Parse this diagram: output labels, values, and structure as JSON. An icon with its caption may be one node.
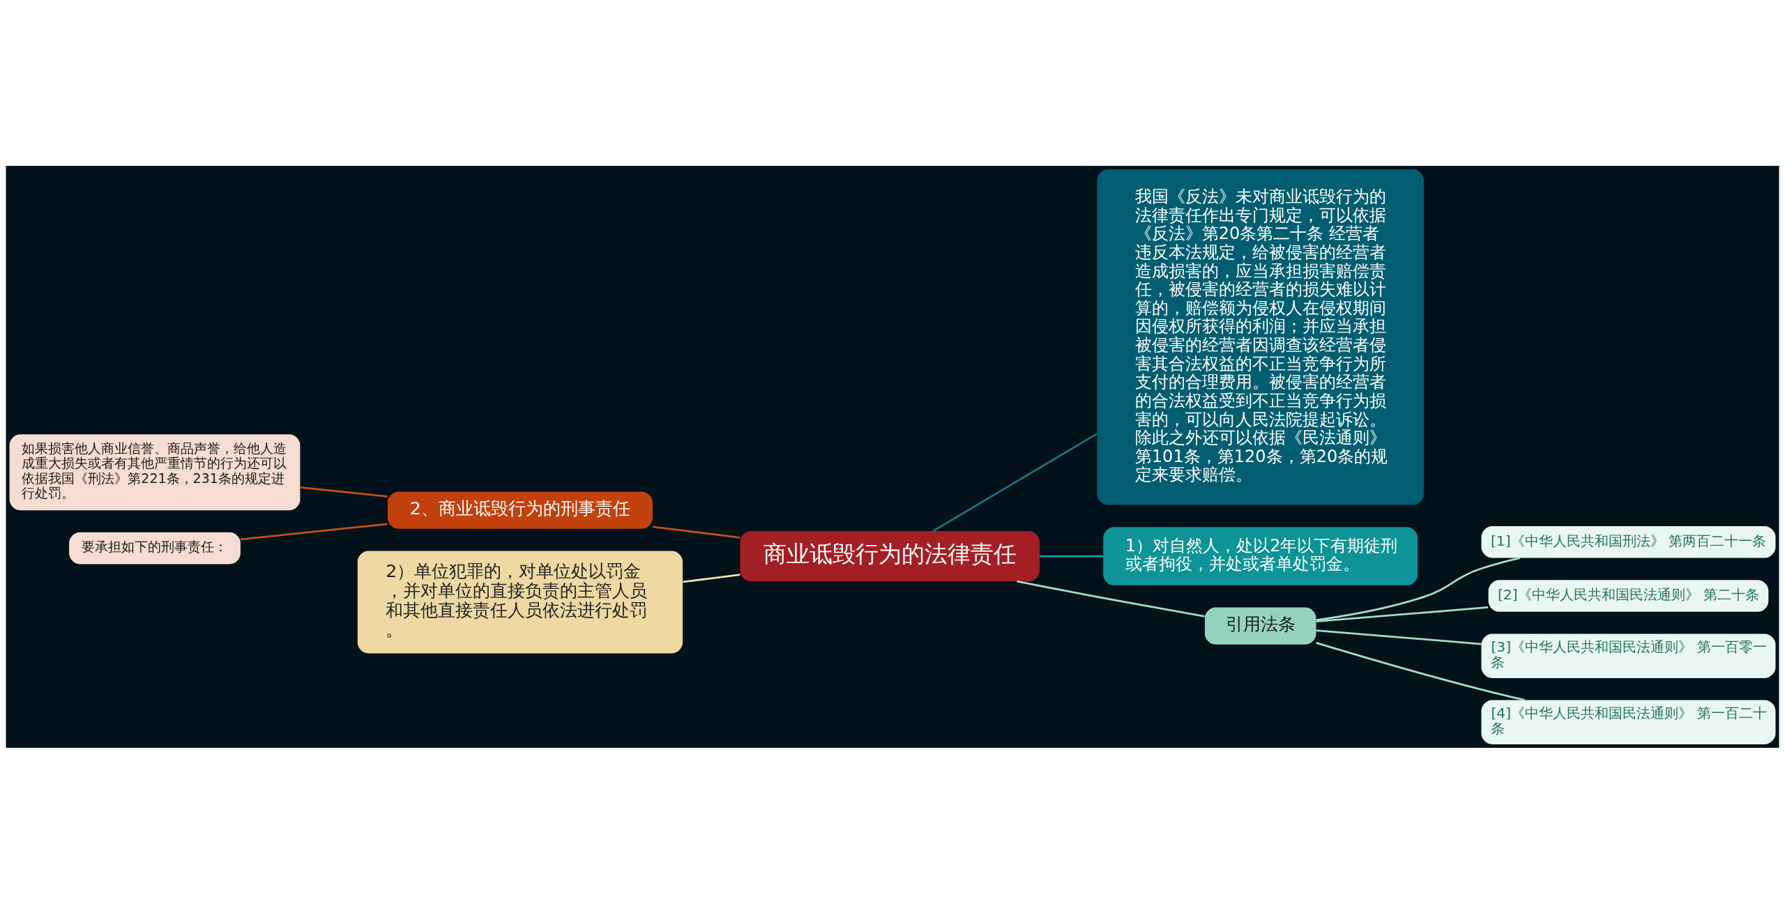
{
  "diagram": {
    "nodes": [
      {
        "text": [
          "商业诋毁行为的法律责任"
        ]
      },
      {
        "text": [
          "2、商业诋毁行为的刑事责任"
        ]
      },
      {
        "text": [
          "如果损害他人商业信誉、商品声誉，给他人造成重大损失或者有其他严重情节的行为还可以依据我国《刑法》第221条，231条的规定进行处罚。"
        ]
      },
      {
        "text": [
          "要承担如下的刑事责任："
        ]
      },
      {
        "text": [
          "2）单位犯罪的，对单位处以罚金，并对单位的直接负责的主管人员和其他直接责任人员依法进行处罚。"
        ]
      },
      {
        "text": [
          "我国《反法》未对商业诋毁行为的法律责任作出专门规定，可以依据《反法》第20条第二十条 经营者违反本法规定，给被侵害的经营者造成损害的，应当承担损害赔偿责任，被侵害的经营者的损失难以计算的，赔偿额为侵权人在侵权期间因侵权所获得的利润；并应当承担被侵害的经营者因调查该经营者侵害其合法权益的不正当竞争行为所支付的合理费用。被侵害的经营者的合法权益受到不正当竞争行为损害的，可以向人民法院提起诉讼。除此之外还可以依据《民法通则》第101条，第120条，第20条的规定来要求赔偿。"
        ]
      },
      {
        "text": [
          "1）对自然人，处以2年以下有期徒刑或者拘役，并处或者单处罚金。"
        ]
      },
      {
        "text": [
          "引用法条"
        ]
      },
      {
        "text": [
          "[1]《中华人民共和国刑法》 第两百二十一条"
        ]
      },
      {
        "text": [
          "[2]《中华人民共和国民法通则》 第二十条"
        ]
      },
      {
        "text": [
          "[3]《中华人民共和国民法通则》 第一百零一条"
        ]
      },
      {
        "text": [
          "[4]《中华人民共和国民法通则》 第一百二十条"
        ]
      }
    ],
    "edges": [
      {
        "from": 0,
        "to": 1,
        "arrow": "none",
        "color": "#c4501c"
      },
      {
        "from": 1,
        "to": 2,
        "arrow": "none",
        "color": "#c4501c"
      },
      {
        "from": 1,
        "to": 3,
        "arrow": "none",
        "color": "#c4501c"
      },
      {
        "from": 0,
        "to": 4,
        "arrow": "none",
        "color": "#f2e2ae"
      },
      {
        "from": 0,
        "to": 5,
        "arrow": "none",
        "color": "#1f6f80"
      },
      {
        "from": 0,
        "to": 6,
        "arrow": "none",
        "color": "#17a0a2"
      },
      {
        "from": 0,
        "to": 7,
        "arrow": "none"
      },
      {
        "from": 7,
        "to": 8,
        "arrow": "none"
      },
      {
        "from": 7,
        "to": 9,
        "arrow": "none"
      },
      {
        "from": 7,
        "to": 10,
        "arrow": "none"
      },
      {
        "from": 7,
        "to": 11,
        "arrow": "none"
      }
    ]
  }
}
